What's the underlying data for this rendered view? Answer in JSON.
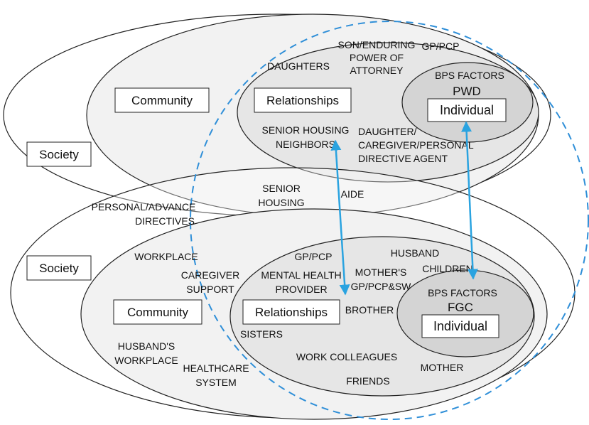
{
  "colors": {
    "outer_fill": "#ffffff",
    "community_fill": "#f2f2f2",
    "relationships_fill": "#e6e6e6",
    "individual_fill": "#d4d4d4",
    "stroke": "#222222",
    "dashed": "#2f8fd8",
    "arrow": "#2aa3e0"
  },
  "top": {
    "society": "Society",
    "community": "Community",
    "relationships": "Relationships",
    "individual": "Individual",
    "pwd": "PWD",
    "bps": "BPS FACTORS",
    "daughters": "DAUGHTERS",
    "son_l1": "SON/ENDURING",
    "son_l2": "POWER OF",
    "son_l3": "ATTORNEY",
    "gp": "GP/PCP",
    "senior_l1": "SENIOR HOUSING",
    "senior_l2": "NEIGHBORS",
    "dau_l1": "DAUGHTER/",
    "dau_l2": "CAREGIVER/PERSONAL",
    "dau_l3": "DIRECTIVE AGENT",
    "sh_l1": "SENIOR",
    "sh_l2": "HOUSING",
    "aide": "AIDE",
    "pad_l1": "PERSONAL/ADVANCE",
    "pad_l2": "DIRECTIVES"
  },
  "bottom": {
    "society": "Society",
    "community": "Community",
    "relationships": "Relationships",
    "individual": "Individual",
    "fgc": "FGC",
    "bps": "BPS FACTORS",
    "workplace": "WORKPLACE",
    "cs_l1": "CAREGIVER",
    "cs_l2": "SUPPORT",
    "hw_l1": "HUSBAND'S",
    "hw_l2": "WORKPLACE",
    "hs_l1": "HEALTHCARE",
    "hs_l2": "SYSTEM",
    "gp": "GP/PCP",
    "mhp_l1": "MENTAL HEALTH",
    "mhp_l2": "PROVIDER",
    "mg_l1": "MOTHER'S",
    "mg_l2": "GP/PCP&SW",
    "husband": "HUSBAND",
    "children": "CHILDREN",
    "brother": "BROTHER",
    "sisters": "SISTERS",
    "work": "WORK COLLEAGUES",
    "friends": "FRIENDS",
    "mother": "MOTHER"
  }
}
